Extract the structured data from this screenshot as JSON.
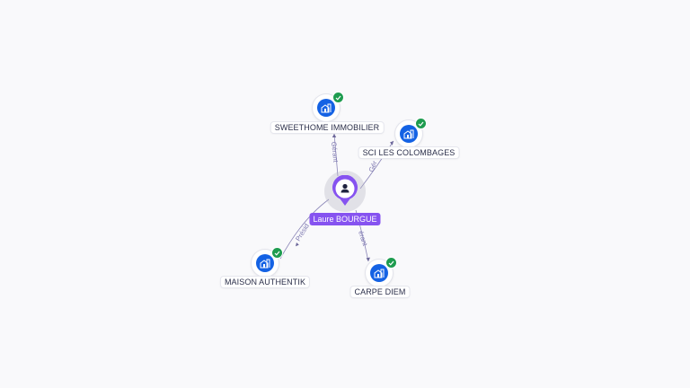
{
  "center": {
    "name": "Laure BOURGUE",
    "icon": "person-icon",
    "color": "#8653f0"
  },
  "companies": [
    {
      "id": "sweethome",
      "name": "SWEETHOME IMMOBILIER",
      "icon": "building-icon",
      "verified": true,
      "relation": "Gérant"
    },
    {
      "id": "colombages",
      "name": "SCI LES COLOMBAGES",
      "icon": "building-icon",
      "verified": true,
      "relation": "Gér"
    },
    {
      "id": "authentik",
      "name": "MAISON AUTHENTIK",
      "icon": "building-icon",
      "verified": true,
      "relation": "Présid"
    },
    {
      "id": "carpediem",
      "name": "CARPE DIEM",
      "icon": "building-icon",
      "verified": true,
      "relation": "érant"
    }
  ],
  "colors": {
    "company": "#1462e4",
    "verified": "#1e9c4f",
    "edge": "#8b86b8"
  }
}
